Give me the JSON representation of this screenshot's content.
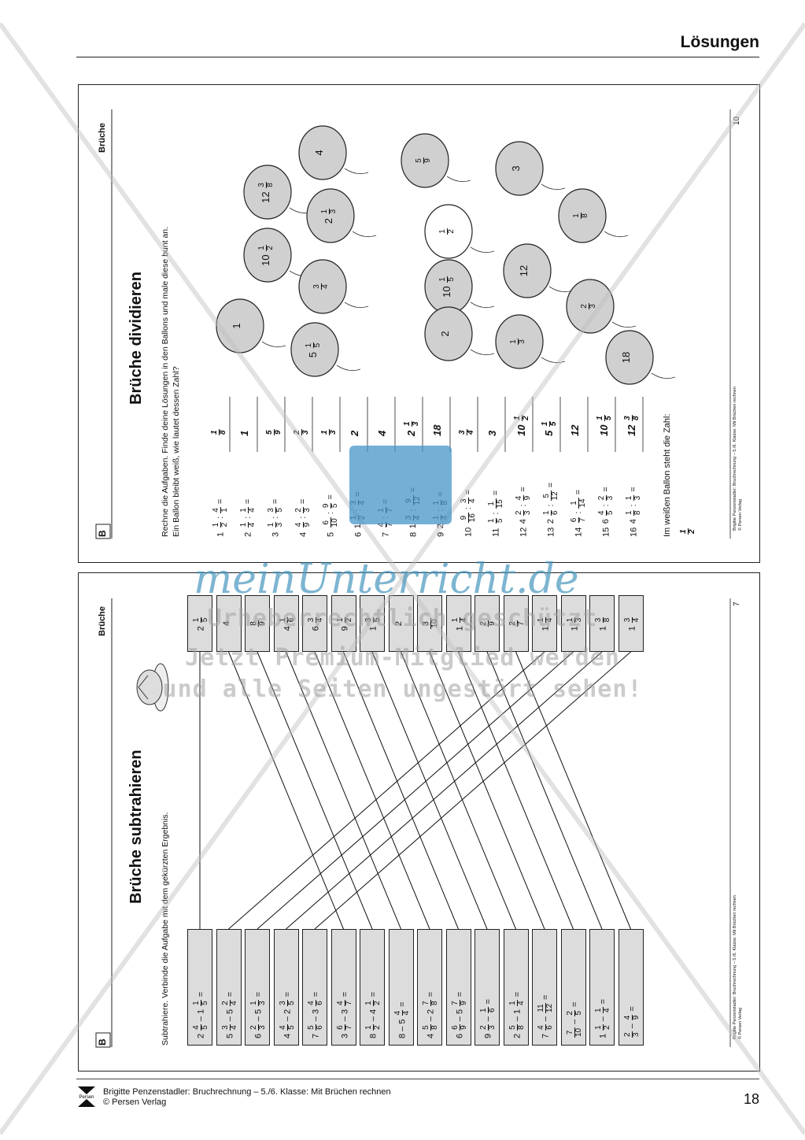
{
  "header": {
    "title": "Lösungen"
  },
  "footer": {
    "line1": "Brigitte Penzenstadler: Bruchrechnung – 5./6. Klasse: Mit Brüchen rechnen",
    "line2": "© Persen Verlag",
    "logo_text": "Persen",
    "page_number": "18"
  },
  "top_sheet": {
    "logo": "B",
    "section": "Brüche",
    "title": "Brüche dividieren",
    "instruction_1": "Rechne die Aufgaben. Finde deine Lösungen in den Ballons und male diese bunt an.",
    "instruction_2": "Ein Ballon bleibt weiß, wie lautet dessen Zahl?",
    "tasks": [
      {
        "num": "1",
        "expr": "1/2 : 4/1 =",
        "answer": "1/8"
      },
      {
        "num": "2",
        "expr": "1/4 : 1/4 =",
        "answer": "1"
      },
      {
        "num": "3",
        "expr": "1/3 : 3/5 =",
        "answer": "5/9"
      },
      {
        "num": "4",
        "expr": "4/9 : 2/3 =",
        "answer": "2/3"
      },
      {
        "num": "5",
        "expr": "6/10 : 9/5 =",
        "answer": "1/3"
      },
      {
        "num": "6",
        "expr": "1 1/2 : 3/4 =",
        "answer": "2"
      },
      {
        "num": "7",
        "expr": "4/7 : 1/7 =",
        "answer": "4"
      },
      {
        "num": "8",
        "expr": "1 3/4 : 9/12 =",
        "answer": "2 1/3"
      },
      {
        "num": "9",
        "expr": "2 1/4 : 1/8 =",
        "answer": "18"
      },
      {
        "num": "10",
        "expr": "9/16 : 3/4 =",
        "answer": "3/4"
      },
      {
        "num": "11",
        "expr": "1/5 : 1/15 =",
        "answer": "3"
      },
      {
        "num": "12",
        "expr": "4 2/3 : 4/9 =",
        "answer": "10 1/2"
      },
      {
        "num": "13",
        "expr": "2 1/6 : 5/12 =",
        "answer": "5 1/5"
      },
      {
        "num": "14",
        "expr": "6/7 : 1/14 =",
        "answer": "12"
      },
      {
        "num": "15",
        "expr": "6 4/5 : 2/3 =",
        "answer": "10 1/5"
      },
      {
        "num": "16",
        "expr": "4 1/8 : 1/3 =",
        "answer": "12 3/8"
      }
    ],
    "white_balloon_label": "Im weißen Ballon steht die Zahl:",
    "white_balloon_answer": "1/2",
    "balloons": [
      "1",
      "10 1/2",
      "12 3/8",
      "4",
      "5 1/5",
      "3/4",
      "2 1/3",
      "5/9",
      "1/2",
      "10 1/5",
      "2",
      "1/3",
      "12",
      "3",
      "1/8",
      "2/3",
      "18"
    ],
    "footer_line1": "Brigitte Penzenstadler: Bruchrechnung – 5./6. Klasse: Mit Brüchen rechnen",
    "footer_line2": "© Persen Verlag",
    "page": "10"
  },
  "bottom_sheet": {
    "logo": "B",
    "section": "Brüche",
    "title": "Brüche subtrahieren",
    "instruction": "Subtrahiere. Verbinde die Aufgabe mit dem gekürzten Ergebnis.",
    "tasks": [
      "2 4/5 – 1 1/5 =",
      "5 3/4 – 5 2/4 =",
      "6 2/3 – 5 1/3 =",
      "4 4/5 – 2 3/5 =",
      "7 5/6 – 3 4/6 =",
      "3 6/7 – 3 4/7 =",
      "8 1/2 – 4 1/2 =",
      "8 – 5 4/4 =",
      "4 5/8 – 2 7/8 =",
      "6 6/9 – 5 7/9 =",
      "9 2/3 – 1/6 =",
      "2 5/8 – 1 1/4 =",
      "7 4/6 – 11/12 =",
      "7/10 – 2/5 =",
      "1 1/2 – 1/4 =",
      "2/3 – 4/9 ="
    ],
    "results": [
      "2 1/5",
      "4",
      "8/9",
      "4 1/6",
      "6 3/4",
      "9 1/2",
      "1 3/5",
      "2",
      "3/10",
      "1 1/4",
      "2/9",
      "2/7",
      "1 1/4",
      "1 1/3",
      "1 3/8",
      "1 3/4"
    ],
    "footer_line1": "Brigitte Penzenstadler: Bruchrechnung – 5./6. Klasse: Mit Brüchen rechnen",
    "footer_line2": "© Persen Verlag",
    "page": "7"
  },
  "watermark": {
    "brand": "meinUnterricht.de",
    "line1": "Urheberrechtlich geschützt",
    "line2": "Jetzt Premium-Mitglied werden",
    "line3": "und alle Seiten ungestört sehen!"
  }
}
